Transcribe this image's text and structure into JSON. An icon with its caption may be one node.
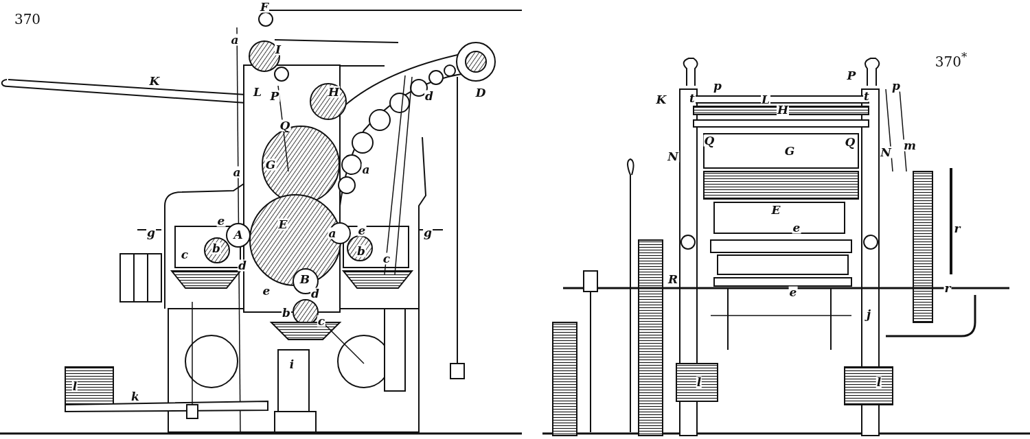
{
  "diagram": {
    "labels": [
      "370",
      "F",
      "a",
      "I",
      "K",
      "L",
      "P",
      "H",
      "d",
      "D",
      "Q",
      "a",
      "G",
      "a",
      "E",
      "A",
      "e",
      "b",
      "c",
      "d",
      "g",
      "g",
      "a",
      "e",
      "b",
      "c",
      "B",
      "e",
      "d",
      "b",
      "c",
      "i",
      "l",
      "k",
      "370$^{*}$",
      "K",
      "t",
      "p",
      "L",
      "P",
      "H",
      "t",
      "p",
      "N",
      "Q",
      "G",
      "Q",
      "N",
      "m",
      "E",
      "e",
      "r",
      "R",
      "e",
      "r",
      "j",
      "l",
      "l"
    ]
  }
}
